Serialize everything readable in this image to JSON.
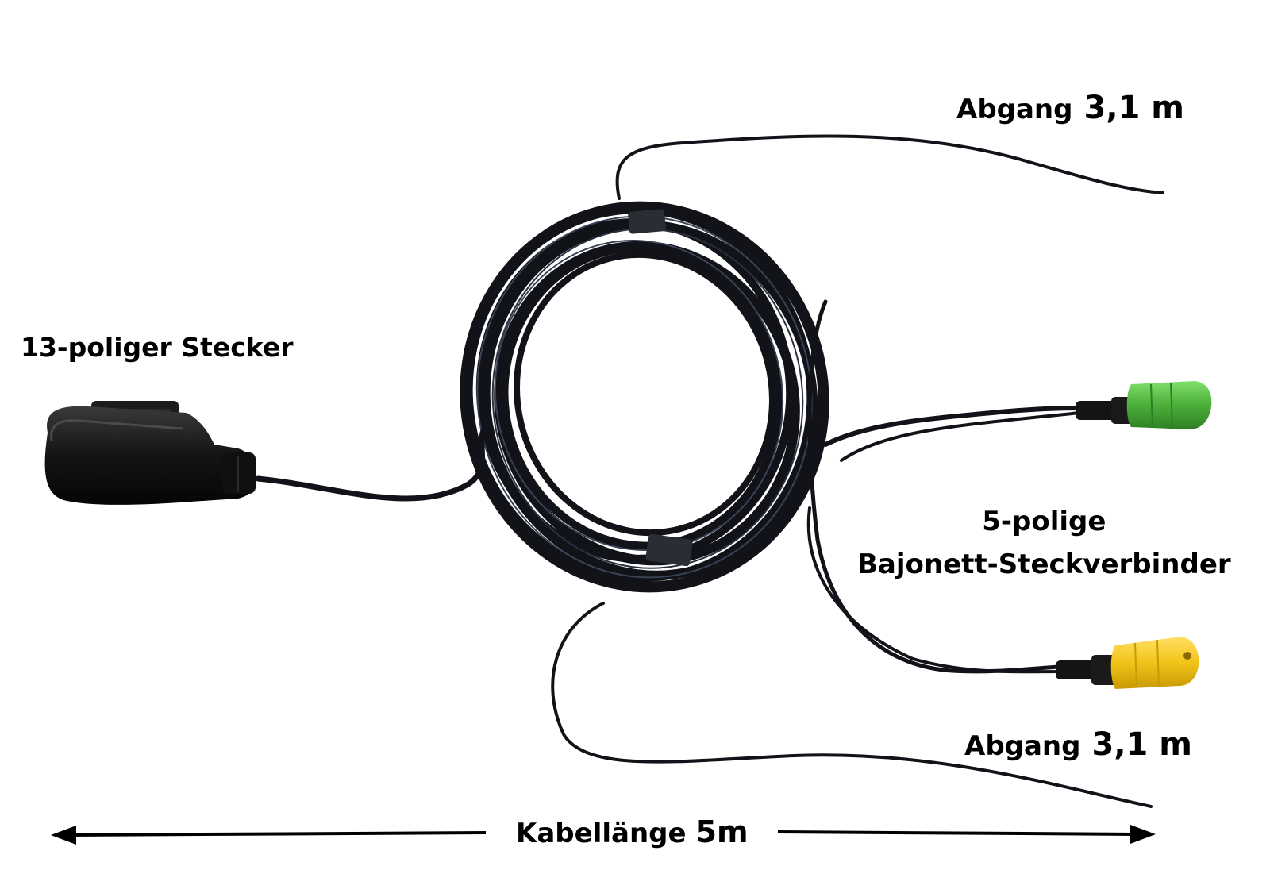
{
  "labels": {
    "abgang_top": {
      "text": "Abgang",
      "value": "3,1 m"
    },
    "stecker": "13-poliger Stecker",
    "bajonett_line1": "5-polige",
    "bajonett_line2": "Bajonett-Steckverbinder",
    "abgang_bottom": {
      "text": "Abgang",
      "value": "3,1 m"
    },
    "kabel": {
      "text": "Kabellänge",
      "value": "5m"
    }
  },
  "colors": {
    "cable": "#111318",
    "cable_highlight": "#3a4256",
    "connector_green": "#4caf3a",
    "connector_yellow": "#f2c318",
    "plug_body": "#1a1a1a"
  }
}
